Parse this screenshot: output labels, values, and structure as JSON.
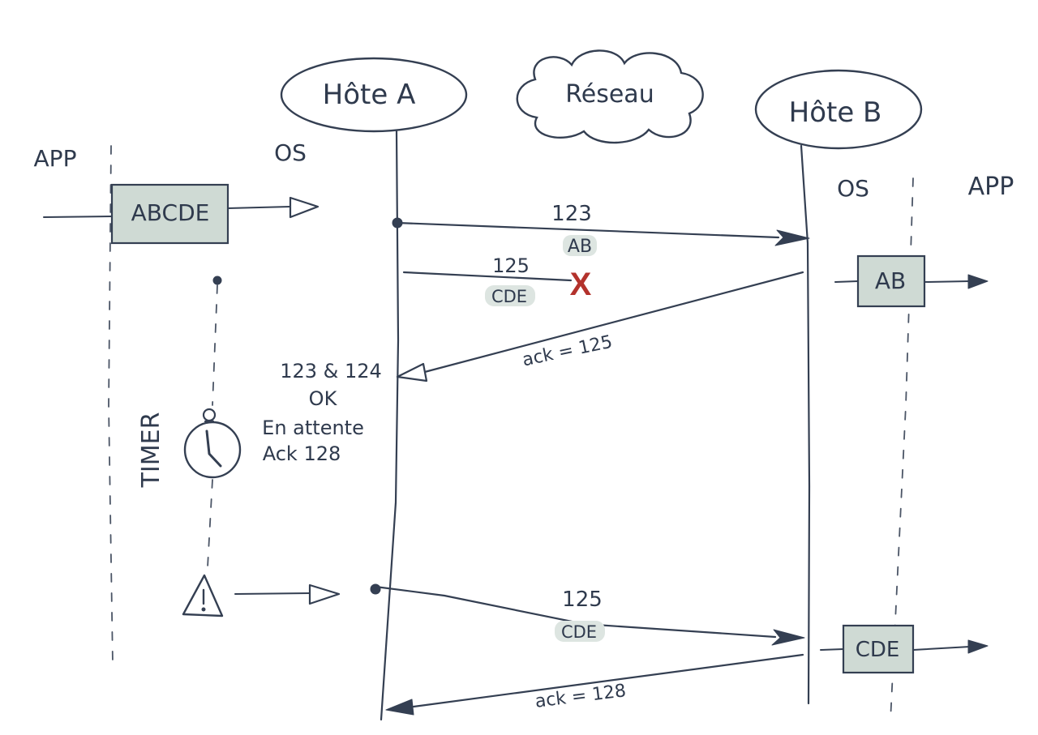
{
  "actors": {
    "host_a": "Hôte A",
    "network": "Réseau",
    "host_b": "Hôte B"
  },
  "lanes": {
    "left_app": "APP",
    "left_os": "OS",
    "right_os": "OS",
    "right_app": "APP"
  },
  "timer_label": "TIMER",
  "buffers": {
    "sent": "ABCDE",
    "received_first": "AB",
    "received_second": "CDE"
  },
  "messages": [
    {
      "seq": "123",
      "data": "AB"
    },
    {
      "seq": "125",
      "data": "CDE"
    },
    {
      "ack": "ack = 125"
    },
    {
      "seq": "125",
      "data": "CDE"
    },
    {
      "ack": "ack = 128"
    }
  ],
  "note": {
    "line1": "123 & 124",
    "line2": "OK",
    "line3": "En attente",
    "line4": "Ack 128"
  },
  "loss_mark": "X",
  "colors": {
    "ink": "#343f52",
    "buffer_fill": "#cfdad4",
    "loss_red": "#b3322c"
  }
}
